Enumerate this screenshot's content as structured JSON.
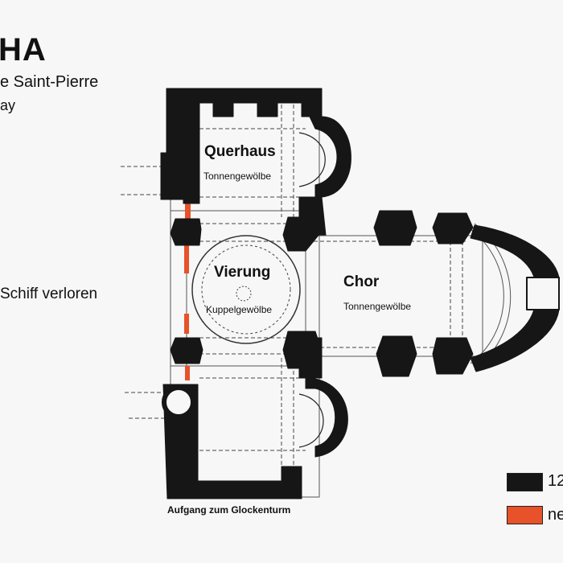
{
  "header": {
    "title": "HA",
    "subtitle_1": "e Saint-Pierre",
    "subtitle_2": "ay"
  },
  "note": "Schiff verloren",
  "rooms": {
    "querhaus": {
      "name": "Querhaus",
      "vault": "Tonnengewölbe"
    },
    "vierung": {
      "name": "Vierung",
      "vault": "Kuppelgewölbe"
    },
    "chor": {
      "name": "Chor",
      "vault": "Tonnengewölbe"
    }
  },
  "caption": "Aufgang zum Glockenturm",
  "legend": [
    {
      "label": "12",
      "color": "#161616"
    },
    {
      "label": "ne",
      "color": "#e8522a"
    }
  ]
}
